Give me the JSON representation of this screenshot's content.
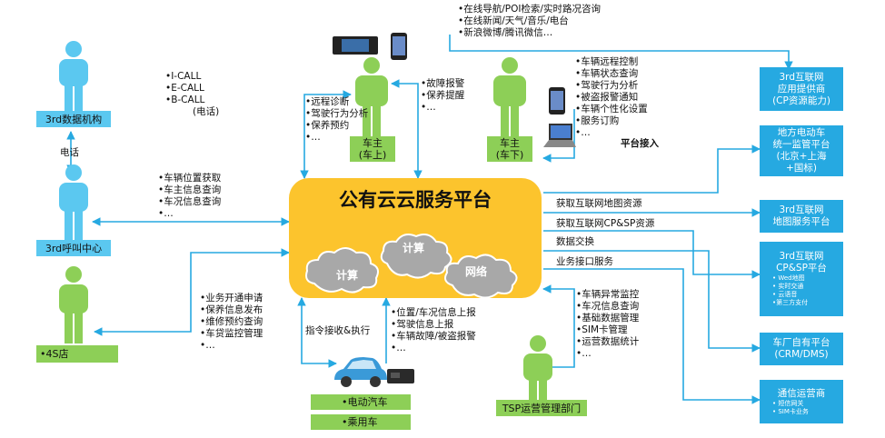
{
  "platform": {
    "title": "公有云云服务平台",
    "cloud_labels": [
      "计算",
      "计算",
      "网络"
    ]
  },
  "actors": {
    "data_org": "3rd数据机构",
    "call_center": "3rd呼叫中心",
    "shop_4s": "•4S店",
    "owner_in": [
      "车主",
      "(车上)"
    ],
    "owner_out": [
      "车主",
      "(车下)"
    ],
    "tsp": "TSP运营管理部门"
  },
  "phone_link": "电话",
  "call_list": [
    "•I-CALL",
    "•E-CALL",
    "•B-CALL",
    "(电话)"
  ],
  "call_center_list": [
    "•车辆位置获取",
    "•车主信息查询",
    "•车况信息查询",
    "•…"
  ],
  "shop_list": [
    "•业务开通申请",
    "•保养信息发布",
    "•维修预约查询",
    "•车贷监控管理",
    "•…"
  ],
  "owner_in_left": [
    "•远程诊断",
    "•驾驶行为分析",
    "•保养预约",
    "•…"
  ],
  "owner_in_right": [
    "•故障报警",
    "•保养提醒",
    "•…"
  ],
  "top_services": [
    "•在线导航/POI检索/实时路况咨询",
    "•在线新闻/天气/音乐/电台",
    "•新浪微博/腾讯微信…"
  ],
  "owner_out_list": [
    "•车辆远程控制",
    "•车辆状态查询",
    "•驾驶行为分析",
    "•被盗报警通知",
    "•车辆个性化设置",
    "•服务订购",
    "•…"
  ],
  "platform_access": "平台接入",
  "right_links": [
    "获取互联网地图资源",
    "获取互联网CP&SP资源",
    "数据交换",
    "业务接口服务"
  ],
  "bottom_left": "指令接收&执行",
  "bottom_mid": [
    "•位置/车况信息上报",
    "•驾驶信息上报",
    "•车辆故障/被盗报警",
    "•…"
  ],
  "tsp_list": [
    "•车辆异常监控",
    "•车况信息查询",
    "•基础数据管理",
    "•SIM卡管理",
    "•运营数据统计",
    "•…"
  ],
  "vehicles": [
    "•电动汽车",
    "•乘用车"
  ],
  "right_boxes": {
    "cp": [
      "3rd互联网",
      "应用提供商",
      "(CP资源能力)"
    ],
    "gov": [
      "地方电动车",
      "统一监管平台",
      "(北京+上海",
      "+国标)"
    ],
    "map": [
      "3rd互联网",
      "地图服务平台"
    ],
    "cpsp": {
      "lines": [
        "3rd互联网",
        "CP&SP平台"
      ],
      "small": [
        "• Wed地图",
        "• 实时交通",
        "• 云语音",
        "•第三方支付"
      ]
    },
    "crm": [
      "车厂自有平台",
      "(CRM/DMS)"
    ],
    "telecom": {
      "lines": [
        "通信运营商"
      ],
      "small": [
        "• 短信网关",
        "• SIM卡业务"
      ]
    }
  },
  "colors": {
    "green": "#8dcf57",
    "blue": "#26a9e1",
    "yellow": "#fcc42d",
    "person_green": "#8dcf57",
    "person_blue": "#5bc8f0",
    "cloud": "#a8a8a8"
  }
}
